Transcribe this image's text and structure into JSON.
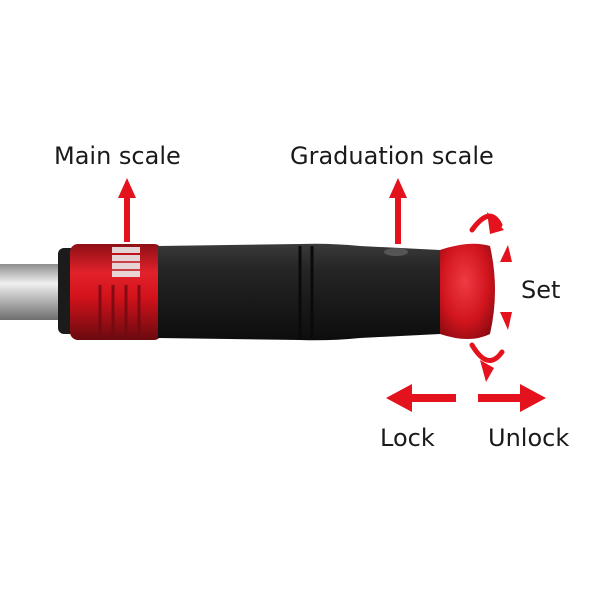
{
  "labels": {
    "main_scale": "Main scale",
    "graduation_scale": "Graduation scale",
    "set": "Set",
    "lock": "Lock",
    "unlock": "Unlock"
  },
  "icons": {
    "arrows": "arrow-icon",
    "rotation": "rotation-arrow-icon"
  },
  "colors": {
    "accent_red": "#e3121c",
    "grip_black": "#1c1c1c",
    "shaft_silver": "#c9c9c9",
    "text": "#1a1a1a"
  }
}
